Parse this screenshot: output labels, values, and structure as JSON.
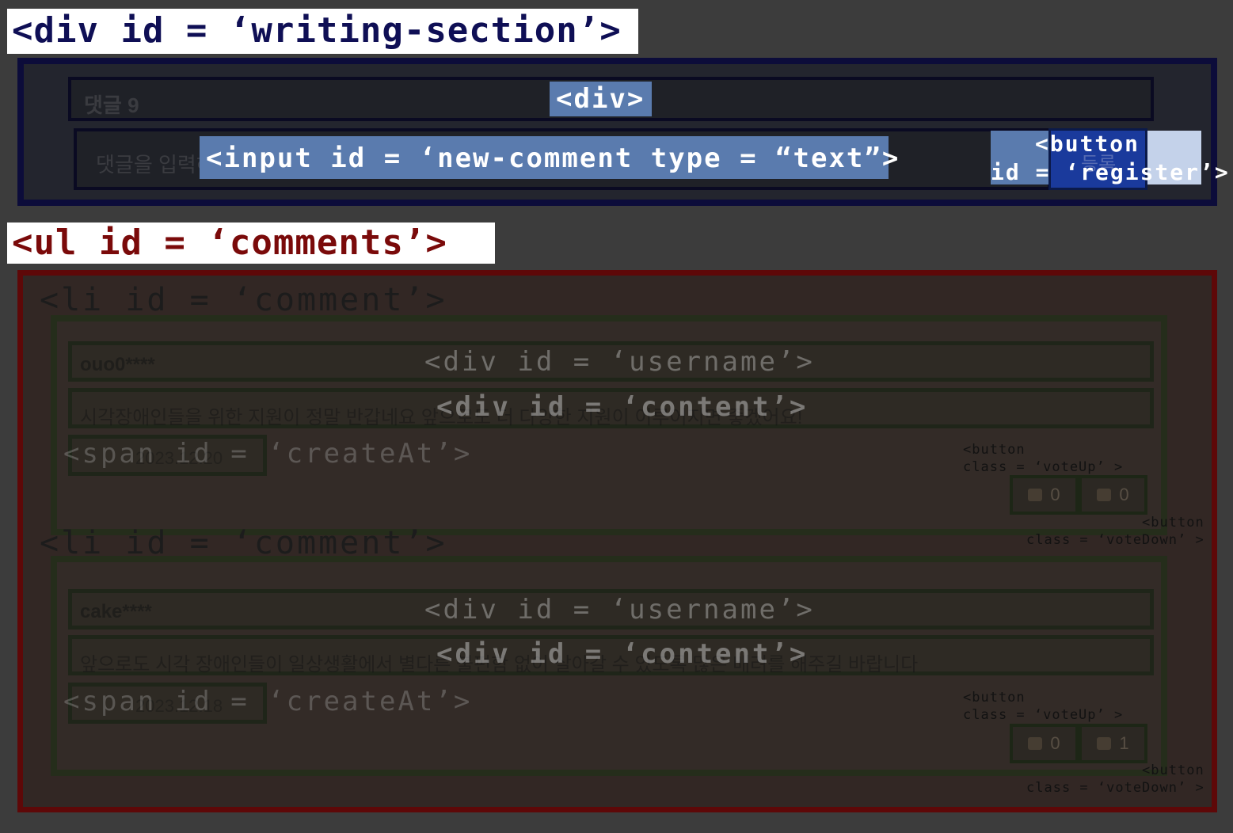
{
  "writing_section": {
    "label": "<div id = ‘writing-section’>",
    "header_div_tag": "<div>",
    "header_text": "댓글 9",
    "input_tag": "<input id = ‘new-comment type = “text”>",
    "input_placeholder": "댓글을 입력해 주세요",
    "button_tag_line1": "<button",
    "button_tag_line2": "id = ‘register’>",
    "button_text": "등록"
  },
  "comments_section": {
    "label": "<ul id = ‘comments’>",
    "li_tag": "<li id = ‘comment’>",
    "username_tag": "<div id = ‘username’>",
    "content_tag": "<div id = ‘content’>",
    "createat_tag": "<span id = ‘createAt’>",
    "voteup_tag": "<button\nclass = ‘voteUp’ >",
    "votedown_tag": "<button\nclass = ‘voteDown’ >",
    "comments": [
      {
        "username": "ouo0****",
        "content": "시각장애인들을 위한 지원이 정말 반갑네요 앞으로도 더 다양한 지원이 이루어지면 좋겠어요!",
        "created_at": "2023.12.20",
        "up_votes": "0",
        "down_votes": "0"
      },
      {
        "username": "cake****",
        "content": "앞으로도 시각 장애인들이 일상생활에서 별다른 불편함 없이 살아갈 수 있도록 많은 배려를 해주길 바랍니다",
        "created_at": "2023.12.18",
        "up_votes": "0",
        "down_votes": "1"
      }
    ]
  },
  "colors": {
    "background": "#3c3c3c",
    "writing_border": "#0c0c3a",
    "comments_border": "#5e0808",
    "tag_highlight": "#5a7bae",
    "register_button": "#1a3a9c"
  }
}
